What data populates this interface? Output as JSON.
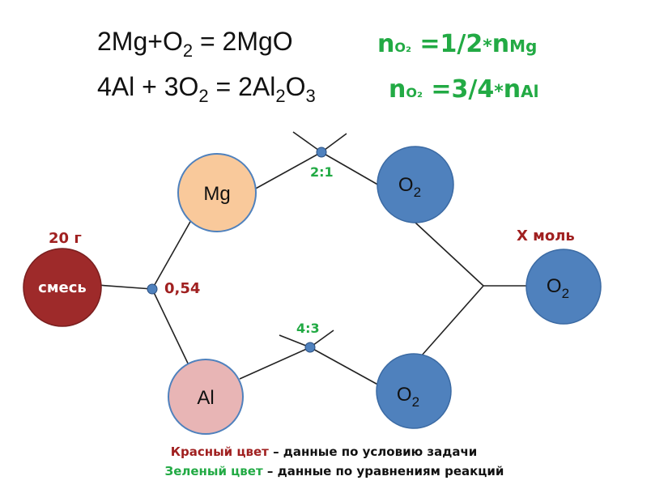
{
  "equations": {
    "eq1": {
      "lhs": "2Mg+O",
      "sub1": "2",
      "rhs": " = 2MgO"
    },
    "eq2": {
      "p1": "4Al + 3O",
      "sub1": "2",
      "p2": " = 2Al",
      "sub2": "2",
      "p3": "O",
      "sub3": "3"
    },
    "ratio1": {
      "n": "n",
      "sub": "O₂",
      "val": " =1/2",
      "star": "*",
      "n2": "n",
      "sub2": "Mg"
    },
    "ratio2": {
      "n": "n",
      "sub": "O₂",
      "val": " =3/4",
      "star": "*",
      "n2": "n",
      "sub2": "Al"
    }
  },
  "nodes": {
    "mixture": {
      "label": "смесь",
      "note": "20 г"
    },
    "mg": {
      "label": "Mg"
    },
    "al": {
      "label": "Al"
    },
    "o2_top": {
      "label": "O",
      "sub": "2"
    },
    "o2_bottom": {
      "label": "O",
      "sub": "2"
    },
    "o2_result": {
      "label": "O",
      "sub": "2",
      "note": "X моль"
    }
  },
  "junctions": {
    "split": "0,54",
    "mg_ratio": "2:1",
    "al_ratio": "4:3"
  },
  "legend": {
    "red_term": "Красный цвет",
    "red_text": " – данные по условию задачи",
    "green_term": "Зеленый цвет",
    "green_text": " – данные по уравнениям реакций"
  },
  "colors": {
    "mixture": "#9e2a2a",
    "mg": "#f9c99b",
    "al": "#e8b5b5",
    "o2": "#4f81bd",
    "red_text": "#a02020",
    "green_text": "#22aa44",
    "junction": "#4f81bd"
  }
}
